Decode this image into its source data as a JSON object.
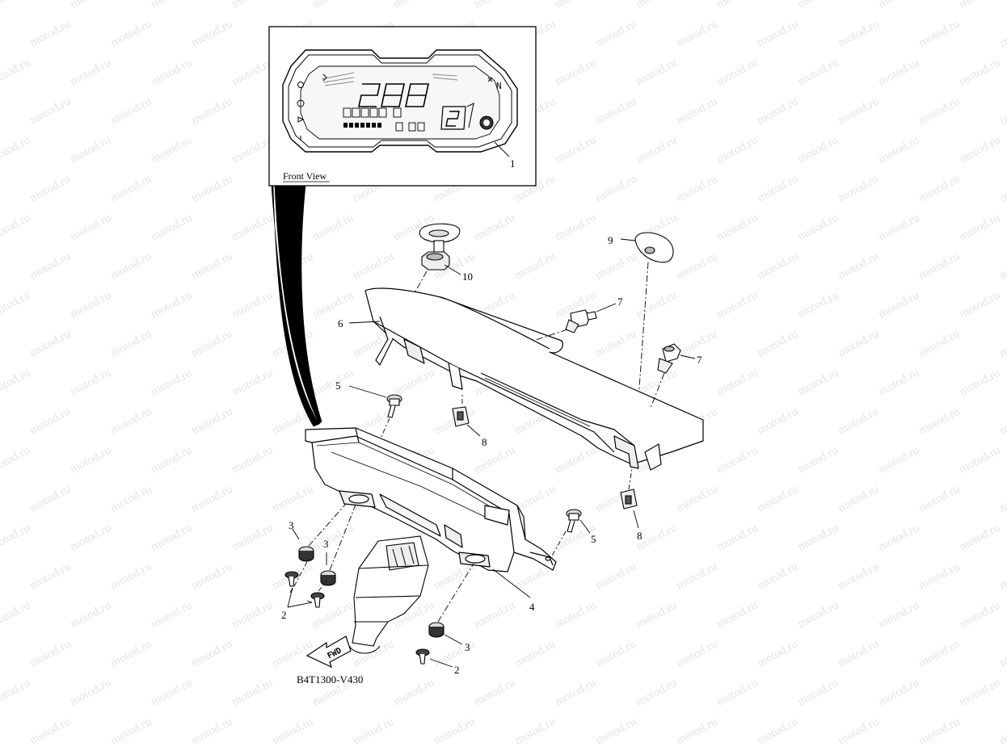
{
  "diagram": {
    "code": "B4T1300-V430",
    "inset_label": "Front View",
    "fwd_label": "FWD",
    "watermark": "motod.ru",
    "callouts": [
      {
        "id": "c1",
        "text": "1"
      },
      {
        "id": "c2a",
        "text": "2"
      },
      {
        "id": "c2b",
        "text": "2"
      },
      {
        "id": "c3a",
        "text": "3"
      },
      {
        "id": "c3b",
        "text": "3"
      },
      {
        "id": "c3c",
        "text": "3"
      },
      {
        "id": "c4",
        "text": "4"
      },
      {
        "id": "c5a",
        "text": "5"
      },
      {
        "id": "c5b",
        "text": "5"
      },
      {
        "id": "c6",
        "text": "6"
      },
      {
        "id": "c7a",
        "text": "7"
      },
      {
        "id": "c7b",
        "text": "7"
      },
      {
        "id": "c8a",
        "text": "8"
      },
      {
        "id": "c8b",
        "text": "8"
      },
      {
        "id": "c9",
        "text": "9"
      },
      {
        "id": "c10",
        "text": "10"
      }
    ]
  }
}
